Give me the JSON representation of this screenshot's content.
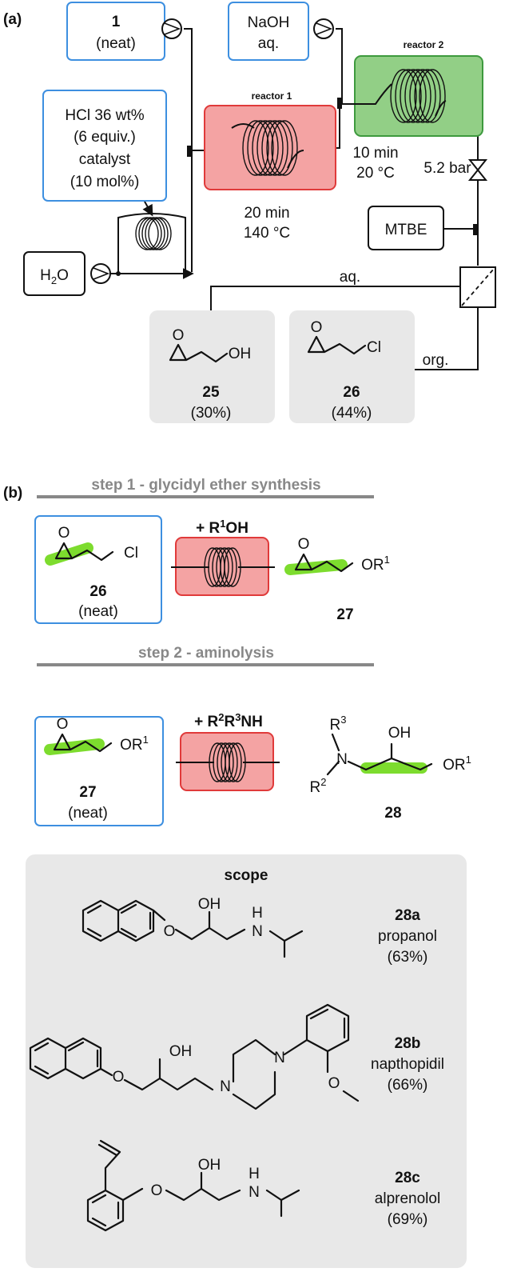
{
  "panel_a": {
    "label": "(a)",
    "reagent1": {
      "bold": "1",
      "text": "(neat)"
    },
    "naoh": {
      "line1": "NaOH",
      "line2": "aq."
    },
    "hcl": {
      "line1": "HCl 36 wt%",
      "line2": "(6 equiv.)",
      "line3": "catalyst",
      "line4": "(10 mol%)"
    },
    "water": {
      "main": "H",
      "sub": "2",
      "end": "O"
    },
    "reactor1": {
      "title": "reactor 1",
      "time": "20 min",
      "temp": "140 °C"
    },
    "reactor2": {
      "title": "reactor 2",
      "time": "10 min",
      "temp": "20 °C"
    },
    "pressure": "5.2 bar",
    "mtbe": "MTBE",
    "aq_label": "aq.",
    "org_label": "org.",
    "product25": {
      "group": "OH",
      "number": "25",
      "yield": "(30%)"
    },
    "product26": {
      "group": "Cl",
      "number": "26",
      "yield": "(44%)"
    },
    "colors": {
      "reagent_border": "#3d8fe0",
      "reactor1_fill": "#f4a3a3",
      "reactor1_border": "#e03a3a",
      "reactor2_fill": "#92cf86",
      "reactor2_border": "#3e9a3e",
      "product_bg": "#e8e8e8"
    }
  },
  "panel_b": {
    "label": "(b)",
    "step1": "step 1 - glycidyl ether synthesis",
    "step1_reagent": {
      "pre": "+ R",
      "sup": "1",
      "post": "OH"
    },
    "step1_sm": {
      "group": "Cl",
      "number": "26",
      "note": "(neat)"
    },
    "step1_product": {
      "group_pre": "OR",
      "group_sup": "1",
      "number": "27"
    },
    "step2": "step 2 - aminolysis",
    "step2_reagent": {
      "pre": "+ R",
      "sup1": "2",
      "mid": "R",
      "sup2": "3",
      "post": "NH"
    },
    "step2_sm": {
      "group_pre": "OR",
      "group_sup": "1",
      "number": "27",
      "note": "(neat)"
    },
    "step2_product": {
      "r3": "R",
      "r3sup": "3",
      "oh": "OH",
      "n": "N",
      "r2": "R",
      "r2sup": "2",
      "or": "OR",
      "orsup": "1",
      "number": "28"
    },
    "highlight_color": "#7ddc2e"
  },
  "scope": {
    "title": "scope",
    "items": [
      {
        "id": "28a",
        "name": "propanol",
        "yield": "(63%)",
        "oh": "OH",
        "o": "O",
        "nh_h": "H",
        "nh_n": "N"
      },
      {
        "id": "28b",
        "name": "napthopidil",
        "yield": "(66%)",
        "oh": "OH",
        "o": "O",
        "n1": "N",
        "n2": "N",
        "o2": "O"
      },
      {
        "id": "28c",
        "name": "alprenolol",
        "yield": "(69%)",
        "oh": "OH",
        "o": "O",
        "nh_h": "H",
        "nh_n": "N"
      }
    ]
  }
}
